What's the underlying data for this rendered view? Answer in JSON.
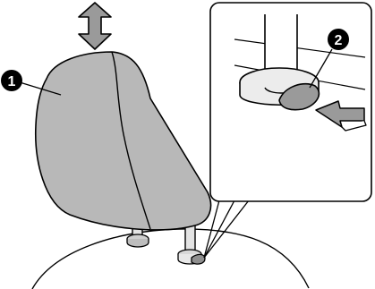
{
  "callouts": [
    {
      "label": "1",
      "target": "headrest"
    },
    {
      "label": "2",
      "target": "lock-release-button"
    }
  ],
  "colors": {
    "headrest_fill": "#b8b8b8",
    "button_fill": "#9a9a9a",
    "collar_fill": "#ececec",
    "outline": "#000000",
    "background": "#ffffff"
  },
  "icons": {
    "adjust_arrow": "up-down-arrow-icon",
    "press_arrow": "press-arrow-icon"
  }
}
